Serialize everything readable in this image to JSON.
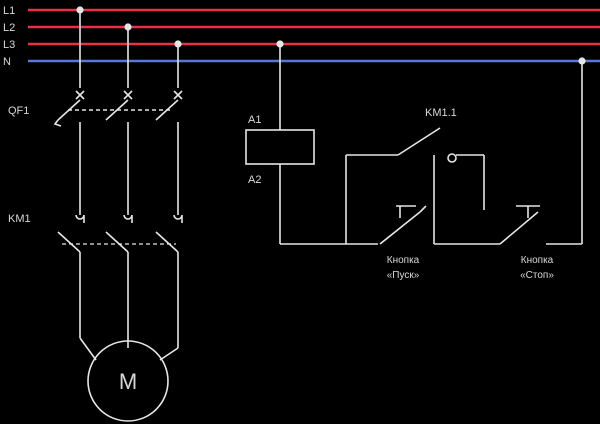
{
  "bus": {
    "lines": [
      {
        "label": "L1",
        "color": "#e8304a"
      },
      {
        "label": "L2",
        "color": "#e8304a"
      },
      {
        "label": "L3",
        "color": "#e8304a"
      },
      {
        "label": "N",
        "color": "#5a78d8"
      }
    ]
  },
  "labels": {
    "breaker": "QF1",
    "contactor": "KM1",
    "coil_a1": "A1",
    "coil_a2": "A2",
    "aux_contact": "KM1.1",
    "start_button_line1": "Кнопка",
    "start_button_line2": "«Пуск»",
    "stop_button_line1": "Кнопка",
    "stop_button_line2": "«Стоп»",
    "motor": "M"
  }
}
